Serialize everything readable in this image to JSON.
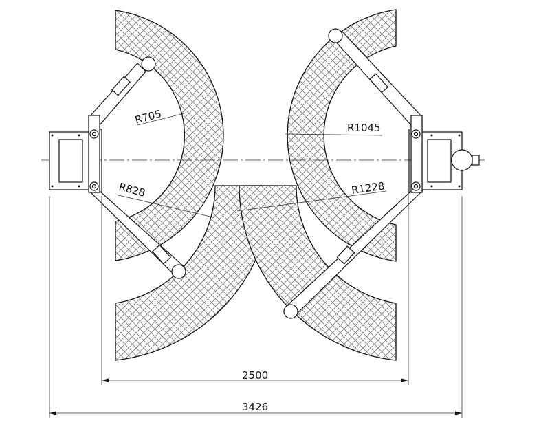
{
  "drawing": {
    "radius_labels": {
      "left_upper": "R705",
      "left_lower": "R828",
      "right_upper": "R1045",
      "right_lower": "R1228"
    },
    "dimensions": {
      "inner_width": "2500",
      "overall_width": "3426"
    },
    "colors": {
      "line": "#111111",
      "hatch": "#7a7a7a",
      "background": "#ffffff"
    }
  }
}
